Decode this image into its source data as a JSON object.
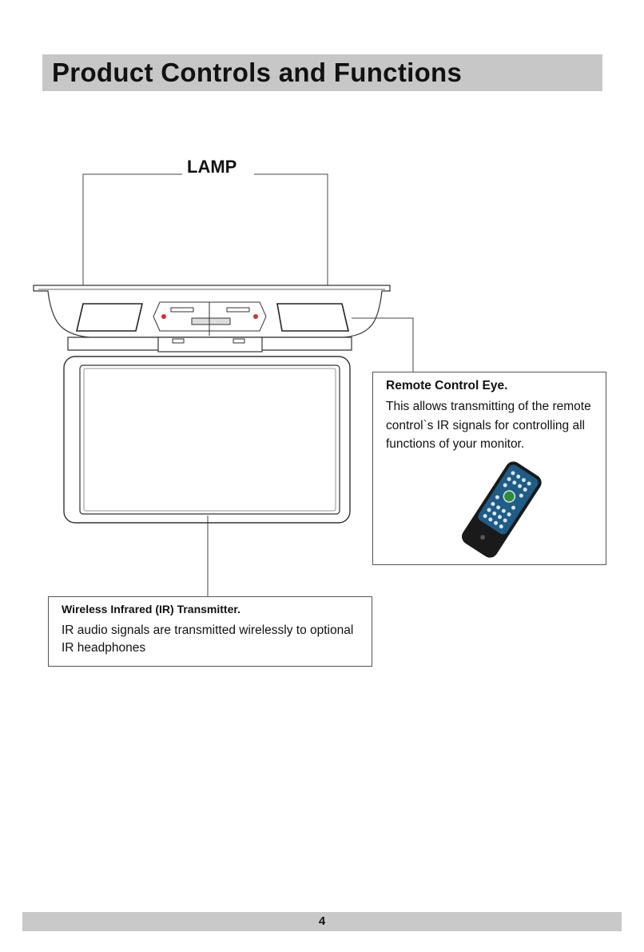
{
  "header": {
    "title": "Product Controls and Functions"
  },
  "diagram": {
    "lamp_label": "LAMP"
  },
  "remote_eye": {
    "title": "Remote Control Eye.",
    "description": "This allows transmitting of the remote control`s IR signals for controlling all functions of your monitor."
  },
  "ir_transmitter": {
    "title": "Wireless Infrared (IR) Transmitter.",
    "description": "IR audio signals are transmitted wirelessly to optional IR headphones"
  },
  "footer": {
    "page_number": "4"
  }
}
